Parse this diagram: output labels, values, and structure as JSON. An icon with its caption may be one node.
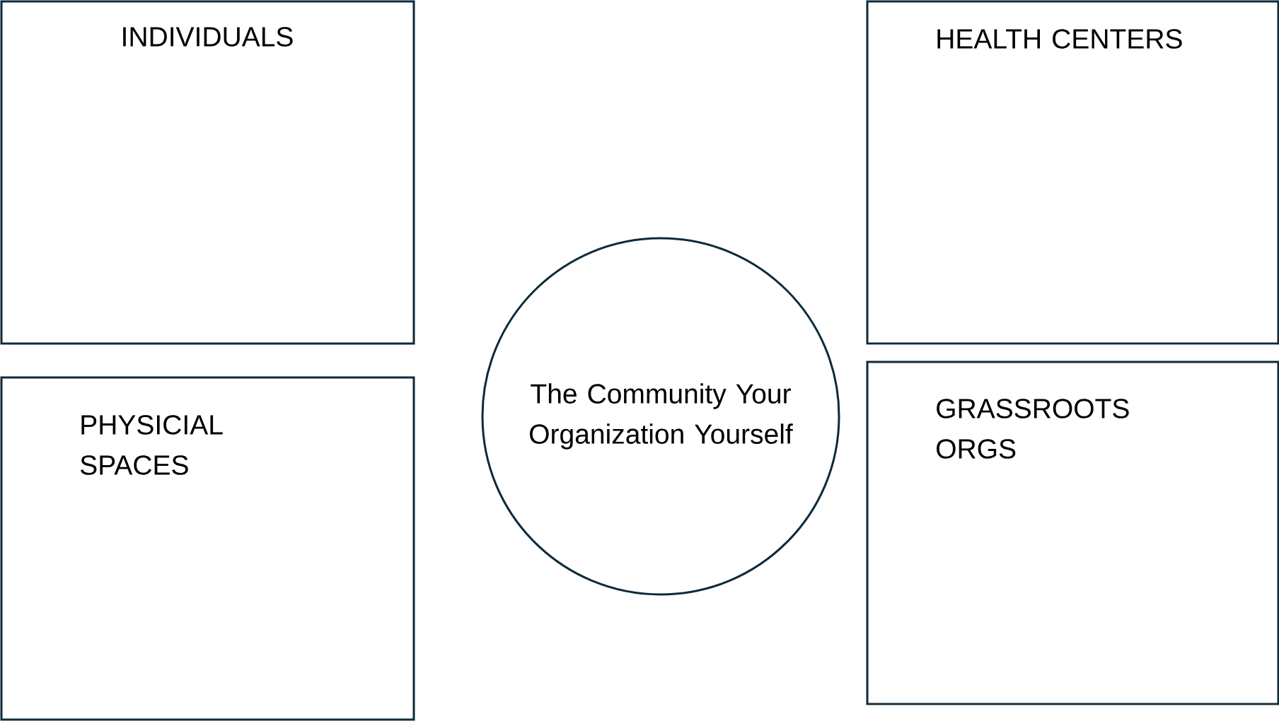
{
  "diagram": {
    "nodes": [
      {
        "text": [
          "INDIVIDUALS"
        ]
      },
      {
        "text": [
          "HEALTH CENTERS"
        ]
      },
      {
        "text": [
          "PHYSICIAL SPACES"
        ]
      },
      {
        "text": [
          "GRASSROOTS ORGS"
        ]
      },
      {
        "text": [
          "The Community Your Organization Yourself"
        ]
      }
    ]
  }
}
